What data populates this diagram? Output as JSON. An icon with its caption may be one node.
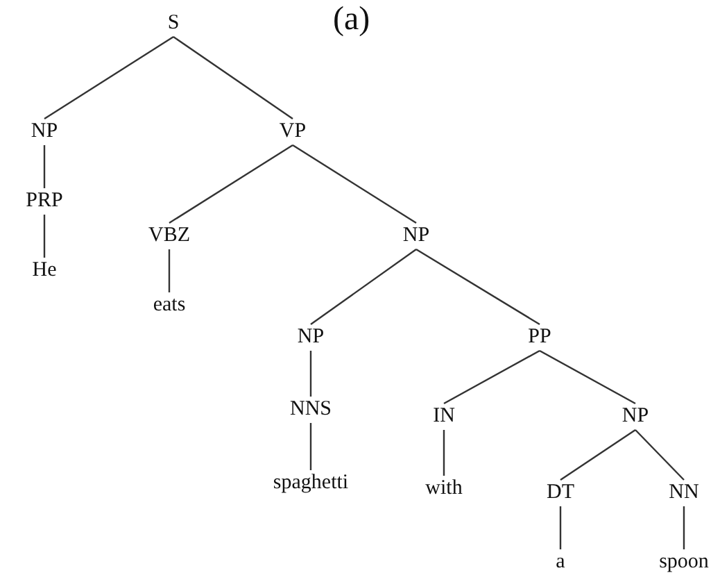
{
  "diagram": {
    "title": "(a)",
    "nodes": [
      {
        "text": [
          "S"
        ]
      },
      {
        "text": [
          "NP"
        ]
      },
      {
        "text": [
          "VP"
        ]
      },
      {
        "text": [
          "PRP"
        ]
      },
      {
        "text": [
          "He"
        ]
      },
      {
        "text": [
          "VBZ"
        ]
      },
      {
        "text": [
          "NP"
        ]
      },
      {
        "text": [
          "eats"
        ]
      },
      {
        "text": [
          "NP"
        ]
      },
      {
        "text": [
          "PP"
        ]
      },
      {
        "text": [
          "NNS"
        ]
      },
      {
        "text": [
          "spaghetti"
        ]
      },
      {
        "text": [
          "IN"
        ]
      },
      {
        "text": [
          "NP"
        ]
      },
      {
        "text": [
          "with"
        ]
      },
      {
        "text": [
          "DT"
        ]
      },
      {
        "text": [
          "NN"
        ]
      },
      {
        "text": [
          "a"
        ]
      },
      {
        "text": [
          "spoon"
        ]
      }
    ],
    "edges": [
      {
        "from": 0,
        "to": 1,
        "arrow": "none"
      },
      {
        "from": 0,
        "to": 2,
        "arrow": "none"
      },
      {
        "from": 1,
        "to": 3,
        "arrow": "none"
      },
      {
        "from": 3,
        "to": 4,
        "arrow": "none"
      },
      {
        "from": 2,
        "to": 5,
        "arrow": "none"
      },
      {
        "from": 2,
        "to": 6,
        "arrow": "none"
      },
      {
        "from": 5,
        "to": 7,
        "arrow": "none"
      },
      {
        "from": 6,
        "to": 8,
        "arrow": "none"
      },
      {
        "from": 6,
        "to": 9,
        "arrow": "none"
      },
      {
        "from": 8,
        "to": 10,
        "arrow": "none"
      },
      {
        "from": 10,
        "to": 11,
        "arrow": "none"
      },
      {
        "from": 9,
        "to": 12,
        "arrow": "none"
      },
      {
        "from": 9,
        "to": 13,
        "arrow": "none"
      },
      {
        "from": 12,
        "to": 14,
        "arrow": "none"
      },
      {
        "from": 13,
        "to": 15,
        "arrow": "none"
      },
      {
        "from": 13,
        "to": 16,
        "arrow": "none"
      },
      {
        "from": 15,
        "to": 17,
        "arrow": "none"
      },
      {
        "from": 16,
        "to": 18,
        "arrow": "none"
      }
    ]
  }
}
